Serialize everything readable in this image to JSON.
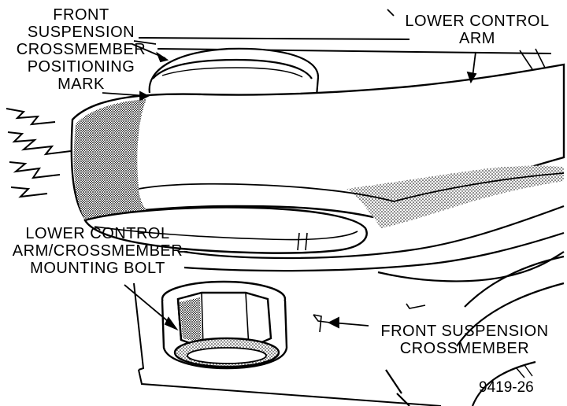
{
  "labels": {
    "fsc_positioning_mark": [
      "FRONT",
      "SUSPENSION",
      "CROSSMEMBER",
      "POSITIONING",
      "MARK"
    ],
    "lower_control_arm": [
      "LOWER CONTROL",
      "ARM"
    ],
    "mounting_bolt": [
      "LOWER CONTROL",
      "ARM/CROSSMEMBER",
      "MOUNTING BOLT"
    ],
    "front_suspension_crossmember": [
      "FRONT SUSPENSION",
      "CROSSMEMBER"
    ]
  },
  "figure_number": "9419-26",
  "colors": {
    "ink": "#000000",
    "paper": "#ffffff"
  }
}
